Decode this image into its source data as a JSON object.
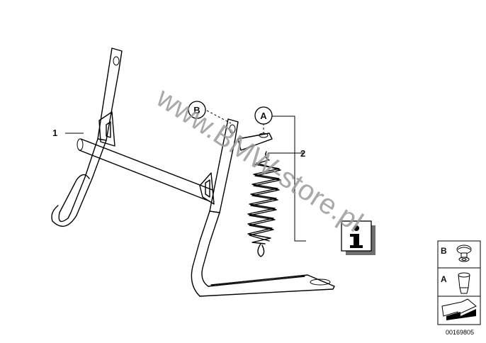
{
  "callouts": {
    "part_1": "1",
    "part_2": "2",
    "ref_a": "A",
    "ref_b": "B"
  },
  "info_icon": "info-icon",
  "watermark": "www.BMW-store.pl",
  "legend": {
    "row_b": "B",
    "row_a": "A"
  },
  "drawing_number": "00169805"
}
